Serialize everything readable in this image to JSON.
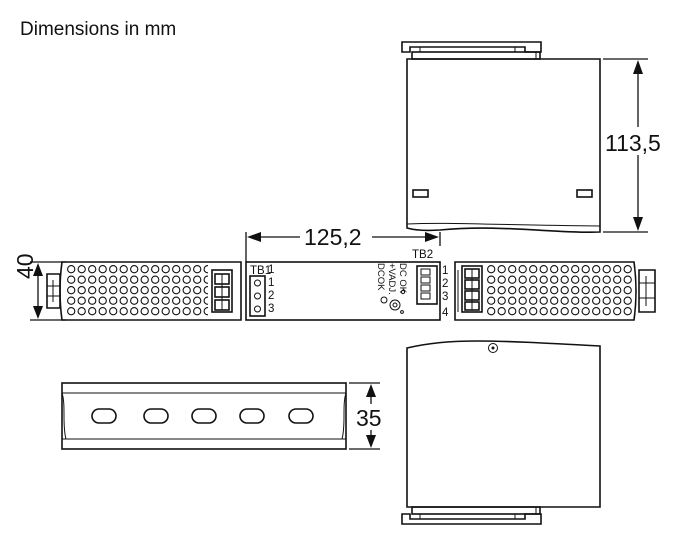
{
  "title": "Dimensions in mm",
  "dimensions": {
    "length": "125,2",
    "height": "113,5",
    "width": "40",
    "rail": "35"
  },
  "terminals": {
    "tb1": {
      "label": "TB1",
      "pins": [
        "1",
        "2",
        "3"
      ]
    },
    "tb2": {
      "label": "TB2",
      "pins": [
        "1",
        "2",
        "3",
        "4"
      ]
    }
  },
  "front_labels": {
    "dc_ok_top": "DC OK",
    "adj": "+VADJ.",
    "dc_ok_bottom": "DCOK"
  }
}
